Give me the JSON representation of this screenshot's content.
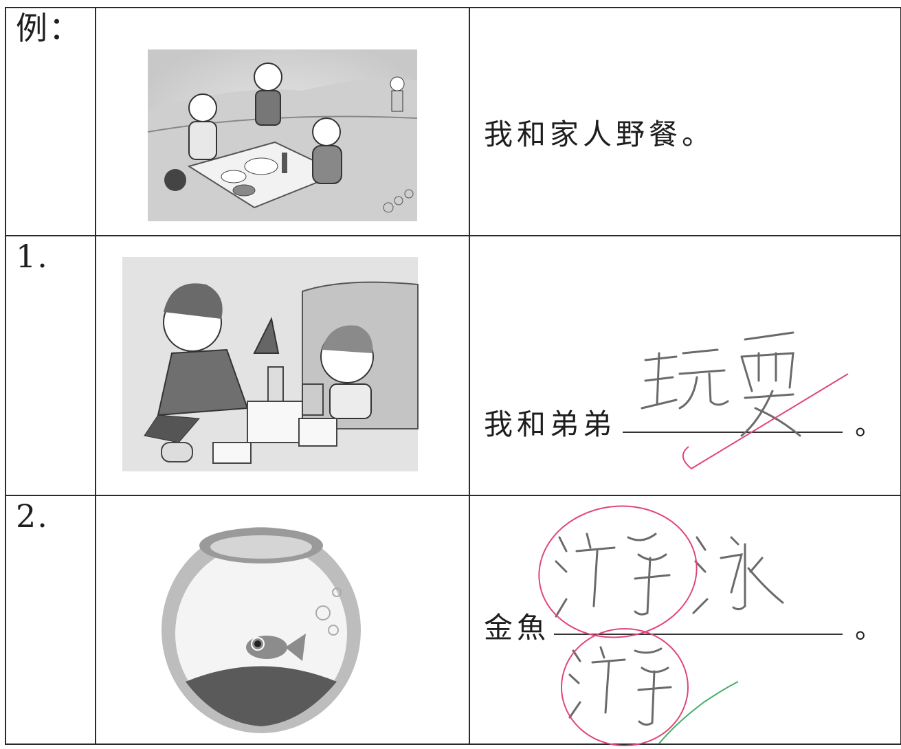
{
  "rows": [
    {
      "label": "例：",
      "sentence": "我和家人野餐。",
      "picture": "picnic-illustration"
    },
    {
      "label": "1.",
      "sentence_prefix": "我和弟弟",
      "period": "。",
      "answer_handwritten": "玩耍",
      "picture": "building-blocks-illustration"
    },
    {
      "label": "2.",
      "sentence_prefix": "金魚",
      "period": "。",
      "answer_handwritten": "游泳",
      "correction_handwritten": "游",
      "picture": "goldfish-bowl-illustration"
    }
  ],
  "colors": {
    "ink": "#1e1e1e",
    "pencil": "#6a6a6a",
    "teacher_red": "#e0457a",
    "teacher_green": "#3fae6a"
  }
}
